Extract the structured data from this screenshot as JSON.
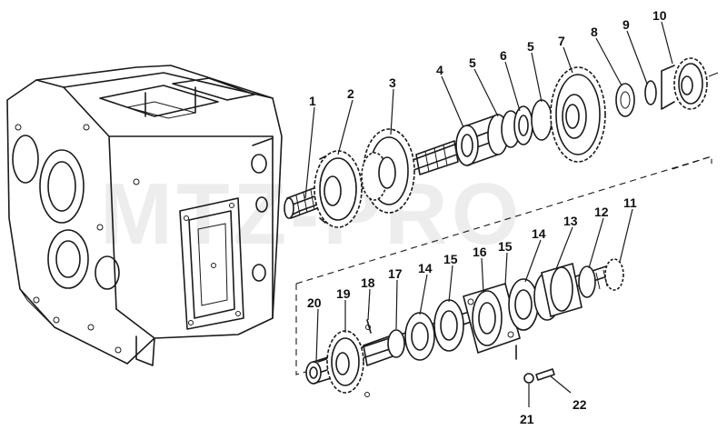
{
  "watermark": "MTZ-PRO",
  "parts": {
    "p1": "1",
    "p2": "2",
    "p3": "3",
    "p4": "4",
    "p5a": "5",
    "p5b": "5",
    "p6": "6",
    "p7": "7",
    "p8": "8",
    "p9": "9",
    "p10": "10",
    "p11": "11",
    "p12": "12",
    "p13": "13",
    "p14a": "14",
    "p14b": "14",
    "p15a": "15",
    "p15b": "15",
    "p16": "16",
    "p17": "17",
    "p18": "18",
    "p19": "19",
    "p20": "20",
    "p21": "21",
    "p22": "22"
  }
}
